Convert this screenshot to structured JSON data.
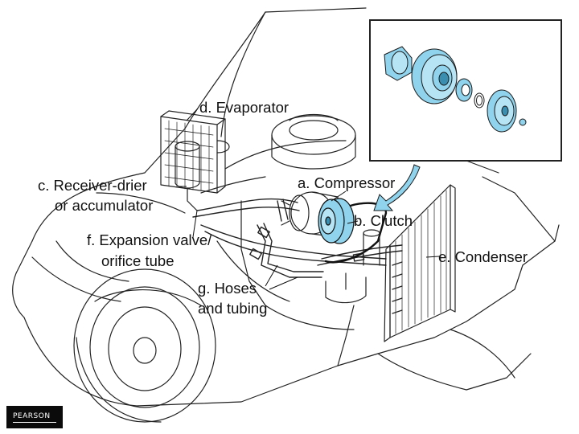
{
  "labels": {
    "evaporator": "d. Evaporator",
    "receiver_line1": "c. Receiver-drier",
    "receiver_line2": "or accumulator",
    "compressor": "a. Compressor",
    "clutch": "b. Clutch",
    "condenser": "e. Condenser",
    "expansion_line1": "f. Expansion valve/",
    "expansion_line2": "orifice tube",
    "hoses_line1": "g. Hoses",
    "hoses_line2": "and tubing"
  },
  "logo": {
    "text": "PEARSON"
  },
  "colors": {
    "highlight": "#8fd3ec",
    "highlight_dark": "#3a8fb0",
    "line": "#1a1a1a",
    "background": "#ffffff"
  }
}
